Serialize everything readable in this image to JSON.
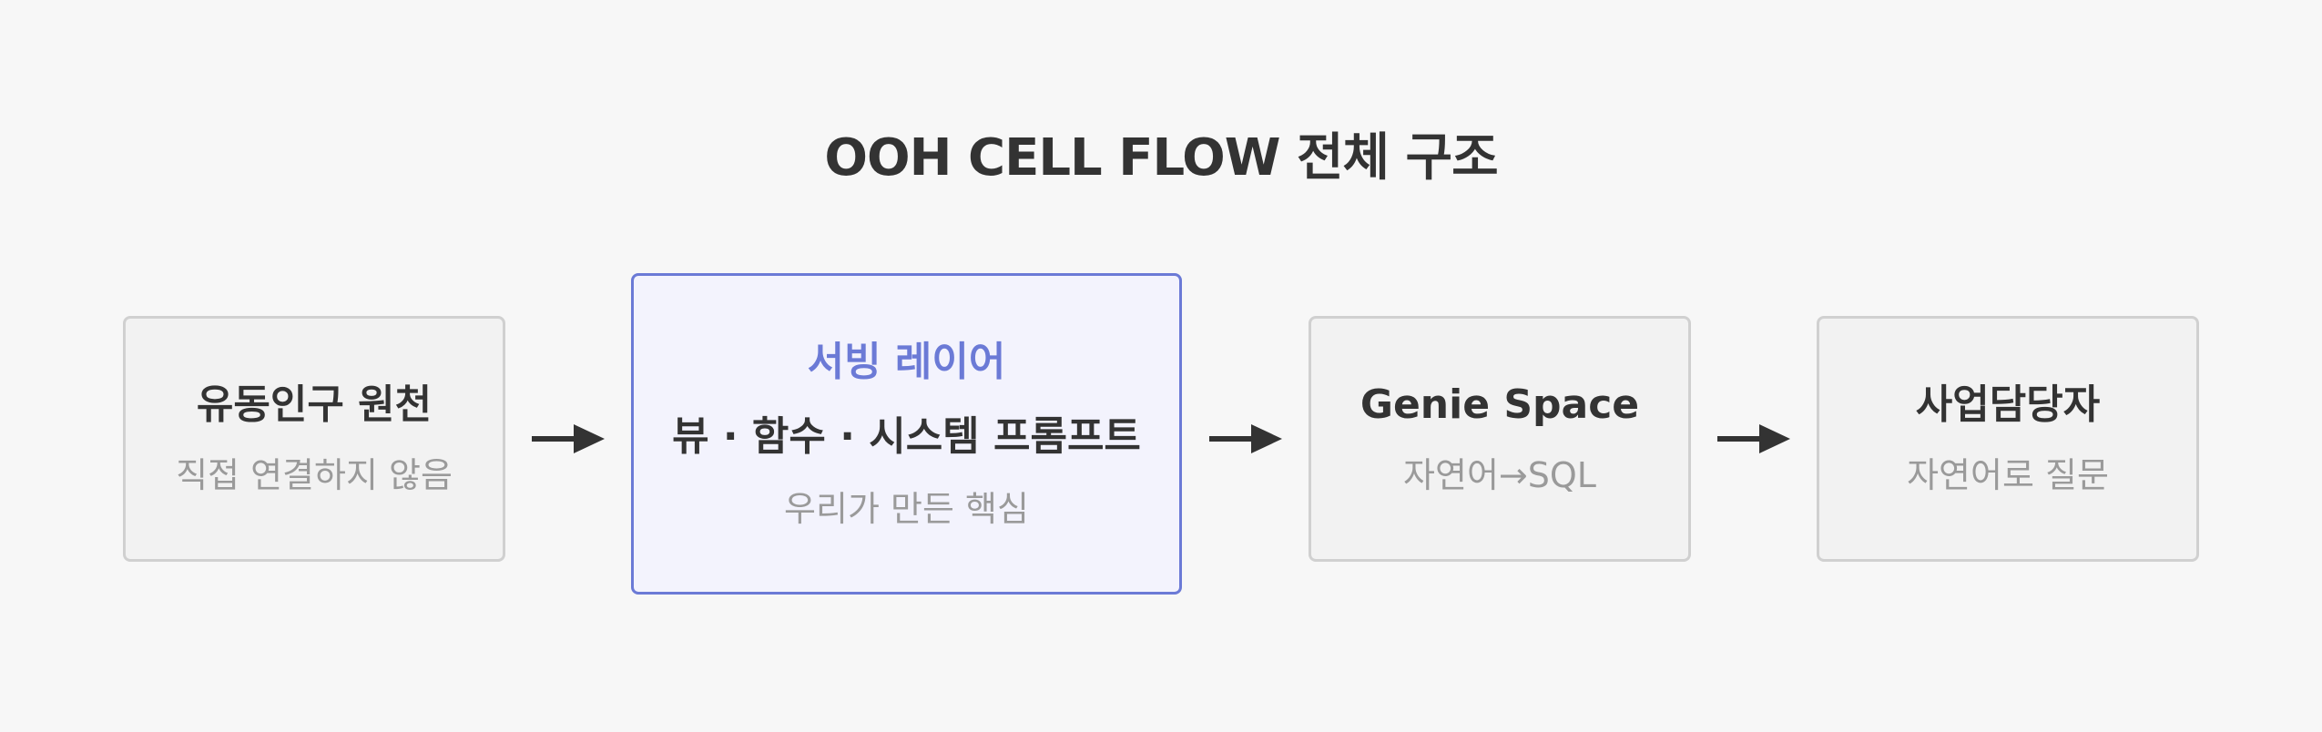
{
  "title": "OOH CELL FLOW 전체 구조",
  "nodes": [
    {
      "title": "유동인구 원천",
      "subtitle": "직접 연결하지 않음"
    },
    {
      "label": "서빙 레이어",
      "title": "뷰 · 함수 · 시스템 프롬프트",
      "subtitle": "우리가 만든 핵심"
    },
    {
      "title": "Genie Space",
      "subtitle": "자연어→SQL"
    },
    {
      "title": "사업담당자",
      "subtitle": "자연어로 질문"
    }
  ],
  "colors": {
    "background": "#f7f7f7",
    "highlight_border": "#6b7ad6",
    "highlight_fill": "#f3f3fd",
    "highlight_label": "#6b7ad6",
    "box_border": "#d0d0d0",
    "box_fill": "#f2f2f2",
    "text_dark": "#333333",
    "text_muted": "#9a9a9a",
    "arrow": "#333333"
  }
}
